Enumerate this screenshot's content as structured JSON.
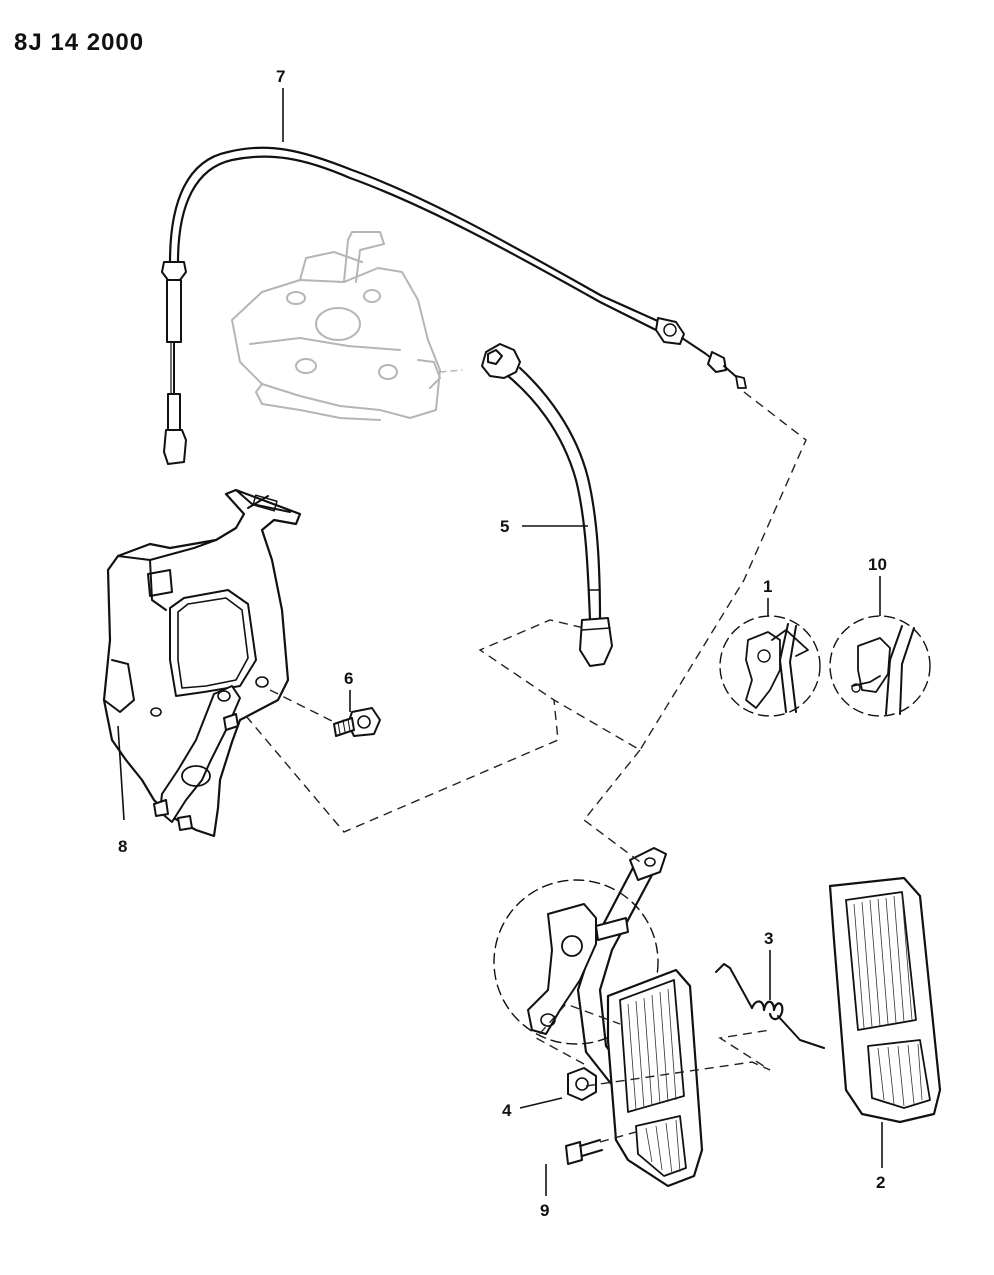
{
  "document": {
    "id": "8J 14 2000"
  },
  "callouts": [
    {
      "key": "c1",
      "label": "1"
    },
    {
      "key": "c2",
      "label": "2"
    },
    {
      "key": "c3",
      "label": "3"
    },
    {
      "key": "c4",
      "label": "4"
    },
    {
      "key": "c5",
      "label": "5"
    },
    {
      "key": "c6",
      "label": "6"
    },
    {
      "key": "c7",
      "label": "7"
    },
    {
      "key": "c8",
      "label": "8"
    },
    {
      "key": "c9",
      "label": "9"
    },
    {
      "key": "c10",
      "label": "10"
    }
  ]
}
